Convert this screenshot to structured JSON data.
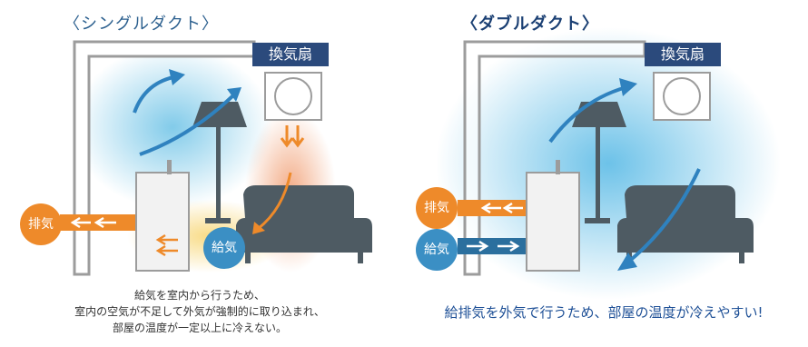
{
  "left": {
    "title": "〈シングルダクト〉",
    "fan_label": "換気扇",
    "exhaust_label": "排気",
    "supply_label": "給気",
    "caption_lines": [
      "給気を室内から行うため、",
      "室内の空気が不足して外気が強制的に取り込まれ、",
      "部屋の温度が一定以上に冷えない。"
    ]
  },
  "right": {
    "title": "〈ダブルダクト〉",
    "fan_label": "換気扇",
    "exhaust_label": "排気",
    "supply_label": "給気",
    "caption": "給排気を外気で行うため、部屋の温度が冷えやすい!"
  },
  "colors": {
    "wall": "#9c9c9c",
    "furniture": "#4e5b63",
    "fan_label_bg": "#2b4a7c",
    "orange": "#ee8a2a",
    "blue": "#3b8fc4",
    "cool_air": "#7cc6e8"
  }
}
